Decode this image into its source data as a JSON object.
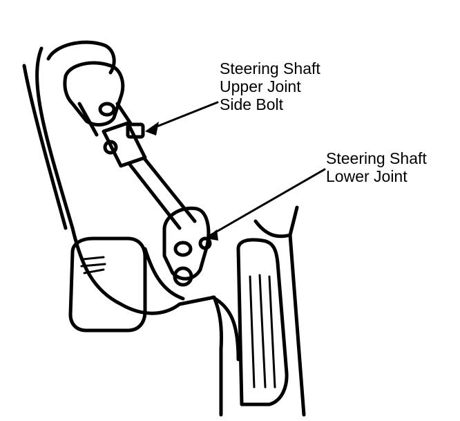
{
  "figure": {
    "callouts": [
      {
        "lines": [
          "Steering Shaft",
          "Upper Joint",
          "Side Bolt"
        ]
      },
      {
        "lines": [
          "Steering Shaft",
          "Lower Joint"
        ]
      }
    ]
  }
}
